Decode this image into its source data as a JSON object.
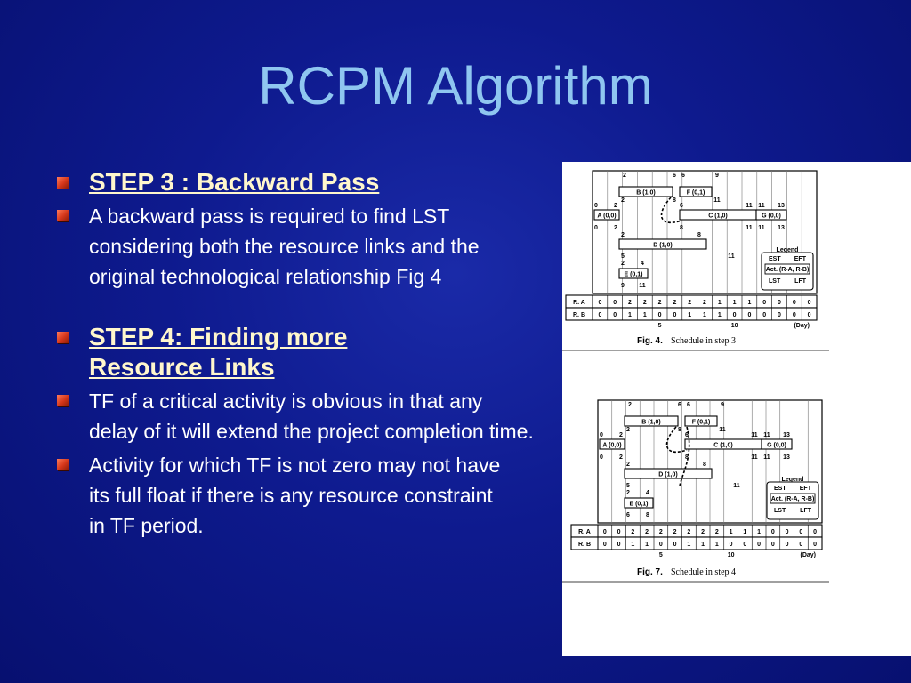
{
  "slide": {
    "title": "RCPM Algorithm",
    "step3": {
      "heading": "STEP 3 :  Backward Pass",
      "text": "A backward pass is required to find LST considering both the resource links and the original technological relationship Fig 4"
    },
    "step4": {
      "heading": "STEP 4:  Finding more Resource Links",
      "points": [
        "TF of a critical activity is obvious in that any delay of it will extend the project completion time.",
        "Activity for which TF is not zero may not have its full float if there is any resource constraint in TF period."
      ]
    }
  },
  "figures": [
    {
      "caption_label": "Fig. 4.",
      "caption_text": "Schedule in step 3",
      "activities": [
        "A (0,0)",
        "B (1,0)",
        "C (1,0)",
        "D (1,0)",
        "E (0,1)",
        "F (0,1)",
        "G (0,0)"
      ],
      "rows": [
        {
          "label": "R. A",
          "values": [
            "0",
            "0",
            "2",
            "2",
            "2",
            "2",
            "2",
            "2",
            "1",
            "1",
            "1",
            "0",
            "0",
            "0",
            "0"
          ]
        },
        {
          "label": "R. B",
          "values": [
            "0",
            "0",
            "1",
            "1",
            "0",
            "0",
            "1",
            "1",
            "1",
            "0",
            "0",
            "0",
            "0",
            "0",
            "0"
          ]
        }
      ],
      "axis_ticks": [
        "5",
        "10"
      ],
      "axis_unit": "(Day)",
      "legend": {
        "title": "Legend",
        "est": "EST",
        "eft": "EFT",
        "act": "Act. (R-A, R-B)",
        "lst": "LST",
        "lft": "LFT"
      },
      "numbers": {
        "b_top": [
          "2",
          "6",
          "6",
          "9"
        ],
        "a": [
          "0",
          "2"
        ],
        "a2": [
          "0",
          "2"
        ],
        "c": [
          "6",
          "11",
          "11",
          "13"
        ],
        "c2": [
          "8",
          "11",
          "11",
          "13"
        ],
        "d": [
          "2",
          "8"
        ],
        "d2": [
          "11"
        ],
        "e": [
          "5",
          "2",
          "4"
        ],
        "e2": [
          "9",
          "11"
        ],
        "b2": [
          "2",
          "8",
          "11"
        ]
      }
    },
    {
      "caption_label": "Fig. 7.",
      "caption_text": "Schedule in step 4",
      "activities": [
        "A (0,0)",
        "B (1,0)",
        "C (1,0)",
        "D (1,0)",
        "E (0,1)",
        "F (0,1)",
        "G (0,0)"
      ],
      "rows": [
        {
          "label": "R. A",
          "values": [
            "0",
            "0",
            "2",
            "2",
            "2",
            "2",
            "2",
            "2",
            "2",
            "1",
            "1",
            "1",
            "0",
            "0",
            "0",
            "0"
          ]
        },
        {
          "label": "R. B",
          "values": [
            "0",
            "0",
            "1",
            "1",
            "0",
            "0",
            "1",
            "1",
            "1",
            "0",
            "0",
            "0",
            "0",
            "0",
            "0",
            "0"
          ]
        }
      ],
      "axis_ticks": [
        "5",
        "10"
      ],
      "axis_unit": "(Day)",
      "legend": {
        "title": "Legend",
        "est": "EST",
        "eft": "EFT",
        "act": "Act. (R-A, R-B)",
        "lst": "LST",
        "lft": "LFT"
      },
      "numbers": {
        "b_top": [
          "2",
          "6",
          "6",
          "9"
        ],
        "a": [
          "0",
          "2"
        ],
        "a2": [
          "0",
          "2"
        ],
        "c": [
          "6",
          "11",
          "11",
          "13"
        ],
        "c2": [
          "8",
          "11",
          "11",
          "13"
        ],
        "d": [
          "2",
          "8"
        ],
        "d2": [
          "11"
        ],
        "e": [
          "5",
          "2",
          "4"
        ],
        "e2": [
          "6",
          "8"
        ],
        "b2": [
          "2",
          "8",
          "11"
        ]
      }
    }
  ]
}
